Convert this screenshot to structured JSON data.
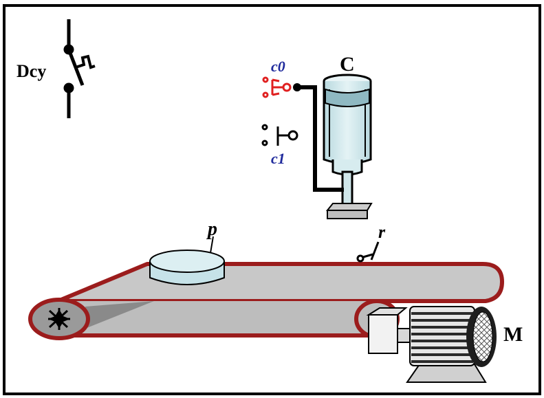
{
  "labels": {
    "dcy": "Dcy",
    "cylinder": "C",
    "sensor_c0": "c0",
    "sensor_c1": "c1",
    "part": "p",
    "sensor_r": "r",
    "motor": "M"
  },
  "colors": {
    "frame": "#000000",
    "belt_outline": "#9b1c1c",
    "belt_fill": "#c8c8c8",
    "belt_shadow": "#8a8a8a",
    "cylinder_fill": "#cfe6ea",
    "part_fill": "#c6e2e8",
    "sensor_c0": "#e02020",
    "sensor_label": "#1f2a9c",
    "motor_body": "#e6e6e6",
    "motor_fins": "#2a2a2a"
  }
}
